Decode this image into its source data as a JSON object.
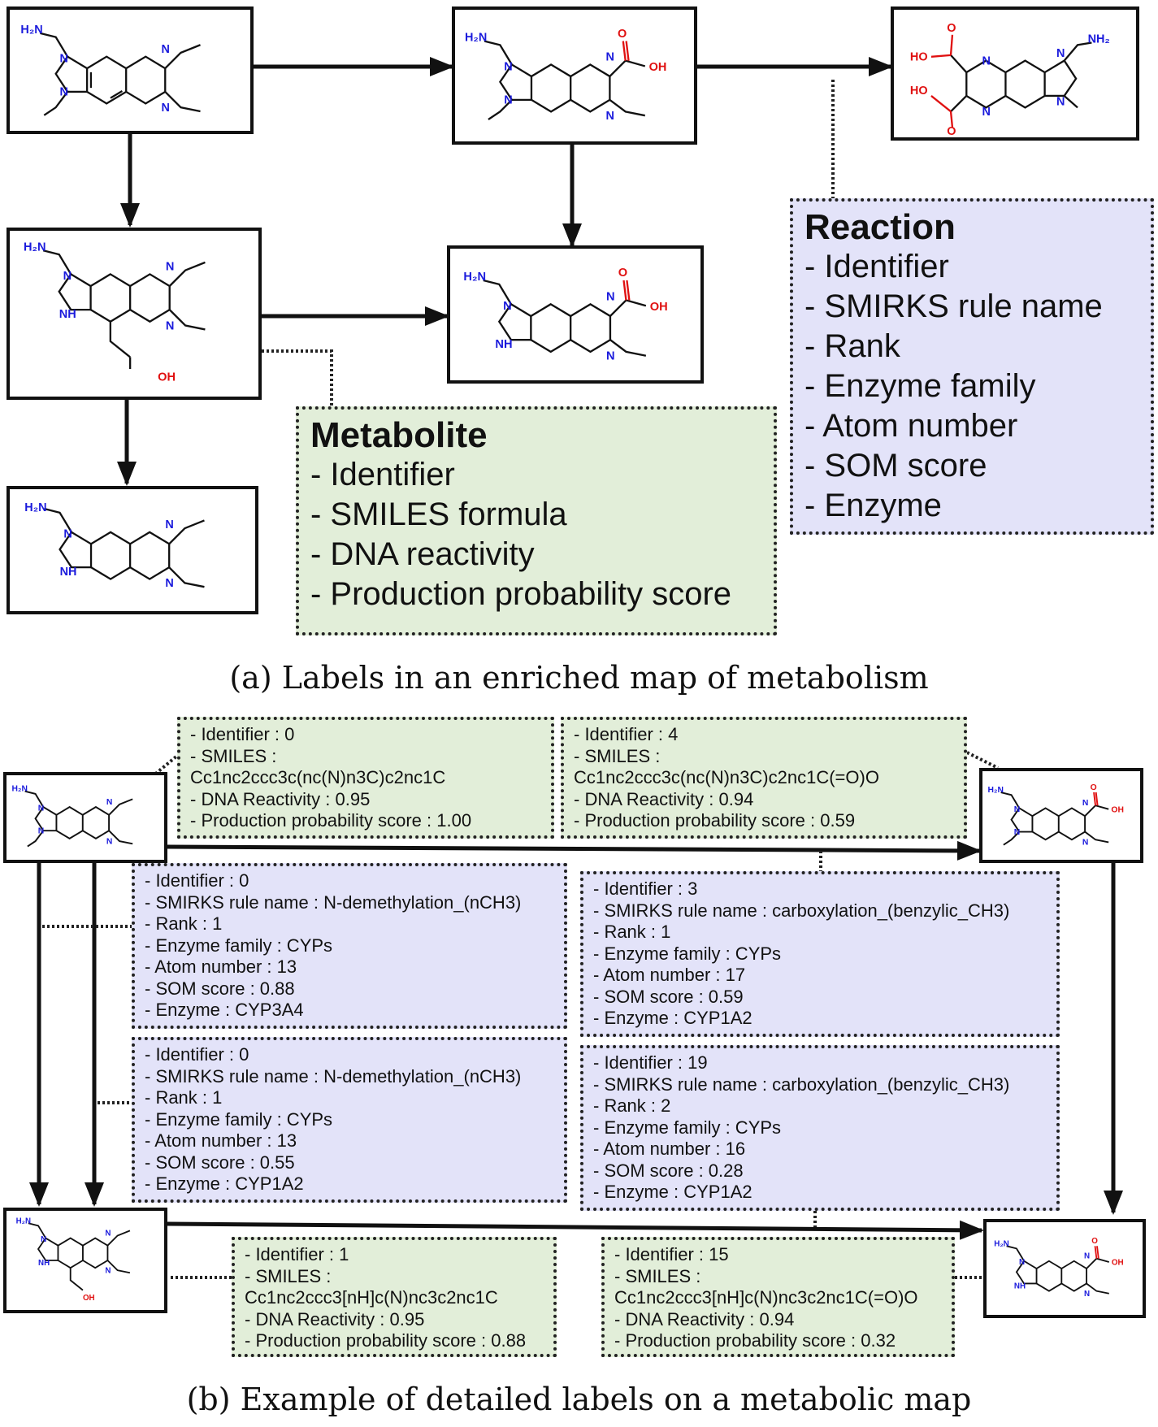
{
  "caption_a": "(a) Labels in an enriched map of metabolism",
  "caption_b": "(b) Example of detailed labels on a metabolic map",
  "colors": {
    "metabolite_box": "#e2eed9",
    "reaction_box": "#e3e3f9",
    "atom_N": "#1a1adc",
    "atom_O": "#e01010",
    "bond": "#111111"
  },
  "atom_labels": {
    "N": "N",
    "NH": "NH",
    "H2N": "H₂N",
    "NH2": "NH₂",
    "OH": "OH",
    "HO": "HO",
    "O": "O"
  },
  "metabolite_legend": {
    "title": "Metabolite",
    "items": [
      "- Identifier",
      "- SMILES formula",
      "- DNA reactivity",
      "- Production probability score"
    ]
  },
  "reaction_legend": {
    "title": "Reaction",
    "items": [
      "- Identifier",
      "- SMIRKS rule name",
      "- Rank",
      "- Enzyme family",
      "- Atom number",
      "- SOM score",
      "- Enzyme"
    ]
  },
  "details": {
    "met0": [
      "- Identifier : 0",
      "- SMILES :",
      "Cc1nc2ccc3c(nc(N)n3C)c2nc1C",
      "- DNA Reactivity : 0.95",
      "- Production probability score : 1.00"
    ],
    "met4": [
      "- Identifier : 4",
      "- SMILES :",
      "Cc1nc2ccc3c(nc(N)n3C)c2nc1C(=O)O",
      "- DNA Reactivity : 0.94",
      "- Production probability score : 0.59"
    ],
    "rxn0a": [
      "- Identifier : 0",
      "- SMIRKS rule name : N-demethylation_(nCH3)",
      "- Rank : 1",
      "- Enzyme family : CYPs",
      "- Atom number : 13",
      "- SOM score : 0.88",
      "- Enzyme : CYP3A4"
    ],
    "rxn3": [
      "- Identifier : 3",
      "- SMIRKS rule name : carboxylation_(benzylic_CH3)",
      "- Rank : 1",
      "- Enzyme family : CYPs",
      "- Atom number : 17",
      "- SOM score : 0.59",
      "- Enzyme : CYP1A2"
    ],
    "rxn0b": [
      "- Identifier : 0",
      "- SMIRKS rule name : N-demethylation_(nCH3)",
      "- Rank : 1",
      "- Enzyme family : CYPs",
      "- Atom number : 13",
      "- SOM score : 0.55",
      "- Enzyme : CYP1A2"
    ],
    "rxn19": [
      "- Identifier : 19",
      "- SMIRKS rule name : carboxylation_(benzylic_CH3)",
      "- Rank : 2",
      "- Enzyme family : CYPs",
      "- Atom number : 16",
      "- SOM score : 0.28",
      "- Enzyme : CYP1A2"
    ],
    "met1": [
      "- Identifier : 1",
      "- SMILES :",
      "Cc1nc2ccc3[nH]c(N)nc3c2nc1C",
      "- DNA Reactivity : 0.95",
      "- Production probability score : 0.88"
    ],
    "met15": [
      "- Identifier : 15",
      "- SMILES :",
      "Cc1nc2ccc3[nH]c(N)nc3c2nc1C(=O)O",
      "- DNA Reactivity : 0.94",
      "- Production probability score : 0.32"
    ]
  }
}
